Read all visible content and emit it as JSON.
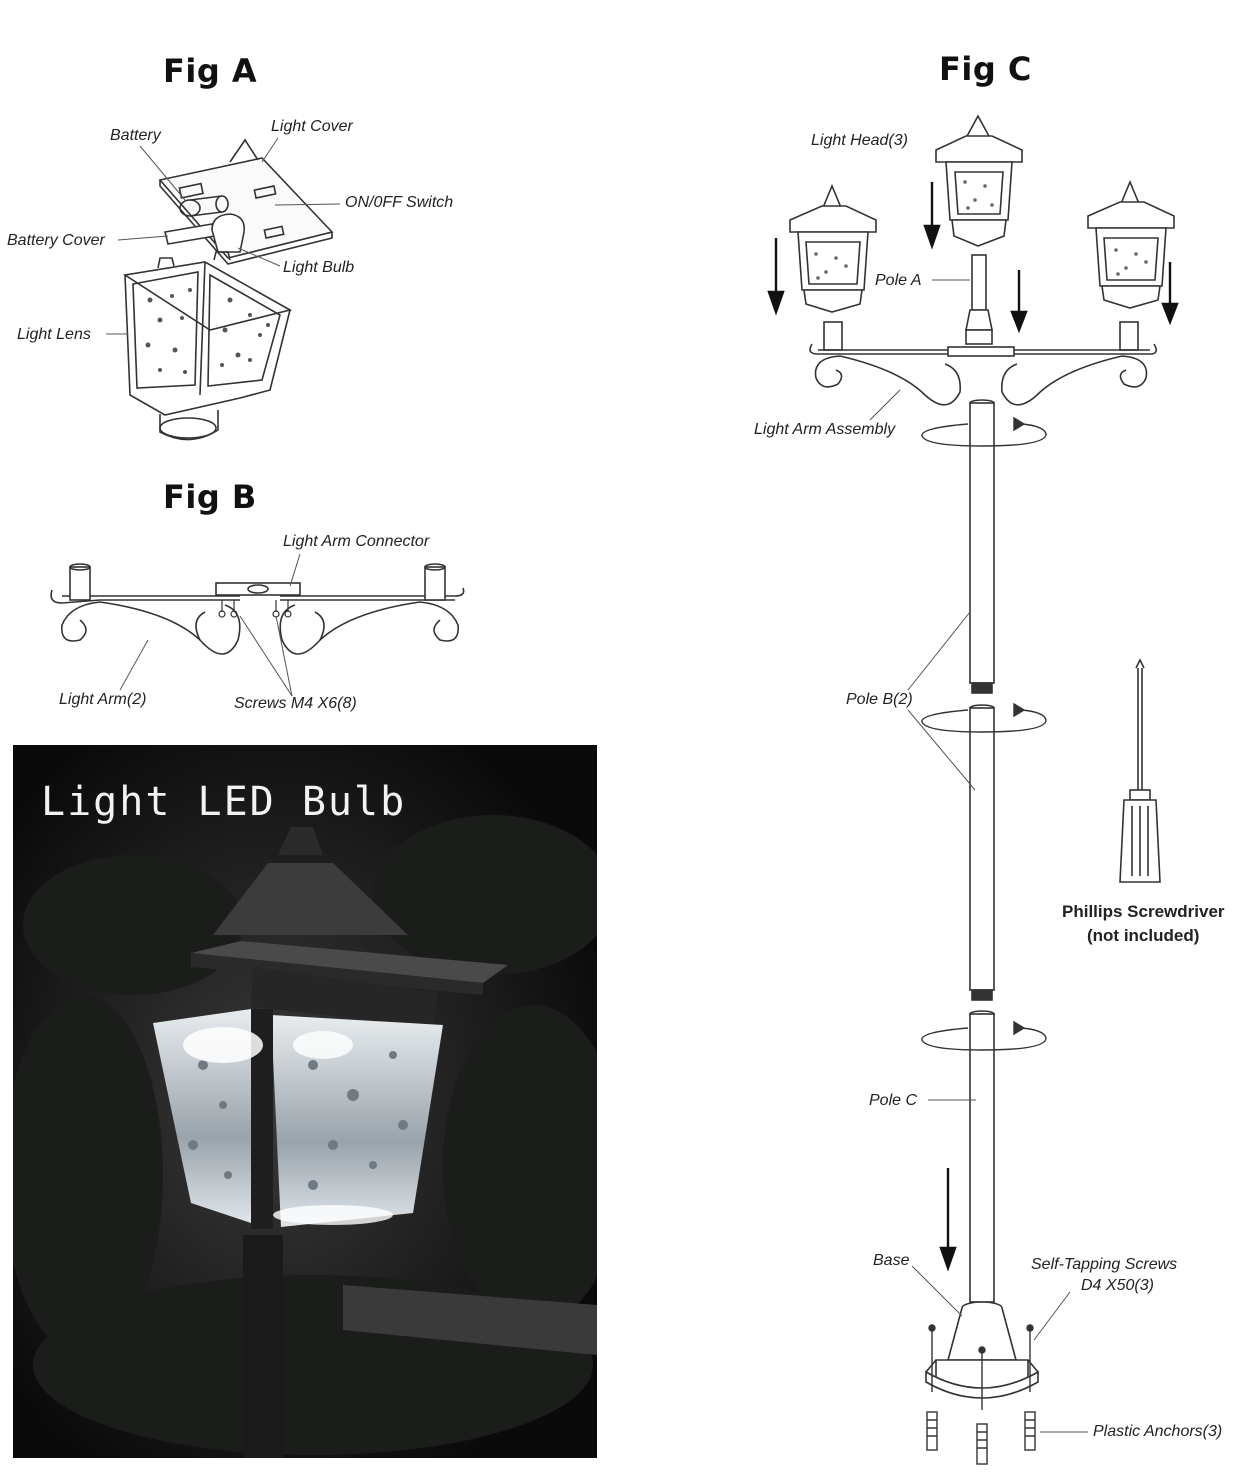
{
  "fig_a": {
    "title": "Fig A",
    "labels": {
      "battery": "Battery",
      "light_cover": "Light Cover",
      "on_off_switch": "ON/0FF Switch",
      "battery_cover": "Battery Cover",
      "light_bulb": "Light Bulb",
      "light_lens": "Light Lens"
    }
  },
  "fig_b": {
    "title": "Fig B",
    "labels": {
      "light_arm_connector": "Light Arm Connector",
      "light_arm": "Light Arm(2)",
      "screws": "Screws M4 X6(8)"
    }
  },
  "fig_c": {
    "title": "Fig C",
    "labels": {
      "light_head": "Light  Head(3)",
      "pole_a": "Pole A",
      "light_arm_assembly": "Light Arm Assembly",
      "pole_b": "Pole B(2)",
      "screwdriver_line1": "Phillips Screwdriver",
      "screwdriver_line2": "(not included)",
      "pole_c": "Pole C",
      "base": "Base",
      "self_tapping_line1": "Self-Tapping Screws",
      "self_tapping_line2": "D4 X50(3)",
      "plastic_anchors": "Plastic Anchors(3)"
    }
  },
  "photo": {
    "caption": "Light LED Bulb"
  }
}
